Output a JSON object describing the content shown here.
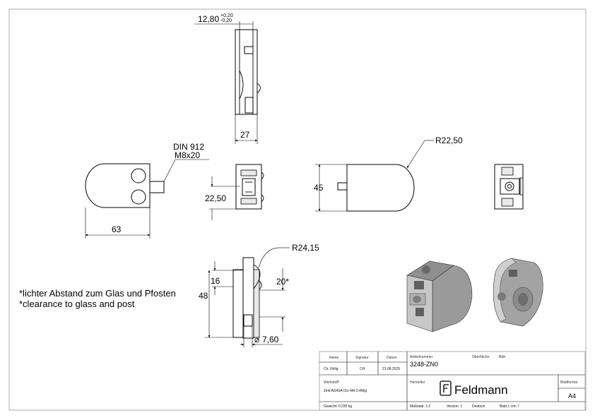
{
  "dimensions": {
    "thickness": "12,80",
    "tol_upper": "+0,20",
    "tol_lower": "-0,20",
    "depth": "27",
    "width": "63",
    "screw_line1": "DIN 912",
    "screw_line2": "M8x20",
    "center_height": "22,50",
    "height": "45",
    "radius_front": "R22,50",
    "radius_section": "R24,15",
    "top_offset": "16",
    "section_height": "48",
    "clearance": "20*",
    "pin_diameter": "7,60"
  },
  "notes": {
    "de": "*lichter Abstand zum Glas und Pfosten",
    "en": "*clearance to glass and post"
  },
  "title_block": {
    "name_label": "Name",
    "signature_label": "Signatur",
    "date_label": "Datum",
    "name_value": "Ch. Hölig",
    "signature_value": "CH",
    "date_value": "21.08.2025",
    "article_label": "Artikelnummer",
    "article_value": "3248-ZN0",
    "surface_label": "Oberfläche:",
    "surface_value": "Roh",
    "material_label": "Werkstoff:",
    "material_value": "Zink AG40A (Zn-4Al-0,4Mg)",
    "manufacturer_label": "Hersteller",
    "brand": "Feldmann",
    "format_label": "Blattformat",
    "format_value": "A4",
    "weight_text": "Gewicht: 0.235 kg",
    "scale_text": "Maßstab: 1:2",
    "version_text": "Version: 1",
    "language_text": "Deutsch",
    "sheet_text": "Blatt 1 von 7"
  }
}
